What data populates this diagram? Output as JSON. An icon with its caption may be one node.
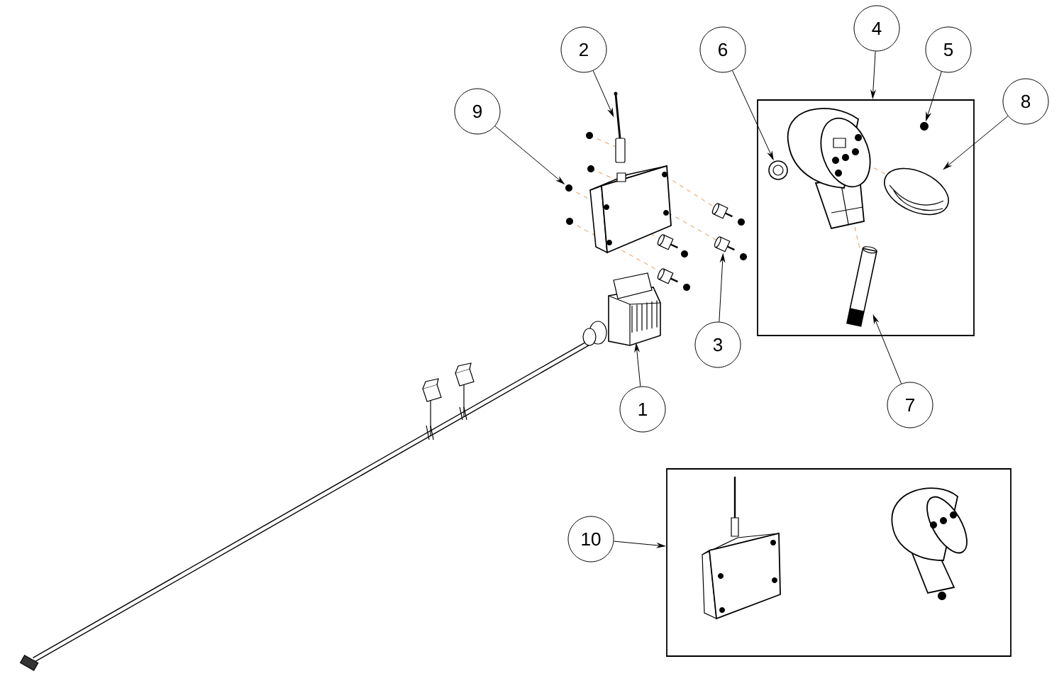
{
  "diagram": {
    "nodes": [
      {
        "text": [
          "2"
        ]
      },
      {
        "text": [
          "4"
        ]
      },
      {
        "text": [
          "6"
        ]
      },
      {
        "text": [
          "5"
        ]
      },
      {
        "text": [
          "9"
        ]
      },
      {
        "text": [
          "8"
        ]
      },
      {
        "text": [
          "3"
        ]
      },
      {
        "text": [
          "1"
        ]
      },
      {
        "text": [
          "7"
        ]
      },
      {
        "text": [
          "10"
        ]
      },
      {
        "text": [],
        "shape": "picture"
      },
      {
        "text": [],
        "shape": "box"
      },
      {
        "text": [],
        "shape": "picture",
        "in": 11
      },
      {
        "text": [],
        "shape": "picture",
        "in": 11
      },
      {
        "text": [],
        "shape": "picture",
        "in": 11
      },
      {
        "text": [],
        "shape": "picture",
        "in": 11
      },
      {
        "text": [],
        "shape": "picture"
      },
      {
        "text": [],
        "shape": "picture"
      },
      {
        "text": [],
        "shape": "picture"
      },
      {
        "text": [],
        "shape": "box"
      }
    ],
    "edges": [
      {
        "from": 0,
        "to": 10,
        "arrow": "to"
      },
      {
        "from": 1,
        "to": 11,
        "arrow": "to"
      },
      {
        "from": 2,
        "to": 12,
        "arrow": "to"
      },
      {
        "from": 3,
        "to": 13,
        "arrow": "to"
      },
      {
        "from": 4,
        "to": 16,
        "arrow": "to"
      },
      {
        "from": 5,
        "to": 14,
        "arrow": "to"
      },
      {
        "from": 6,
        "to": 17,
        "arrow": "to"
      },
      {
        "from": 7,
        "to": 18,
        "arrow": "to"
      },
      {
        "from": 8,
        "to": 15,
        "arrow": "to"
      },
      {
        "from": 9,
        "to": 19,
        "arrow": "to"
      }
    ]
  }
}
